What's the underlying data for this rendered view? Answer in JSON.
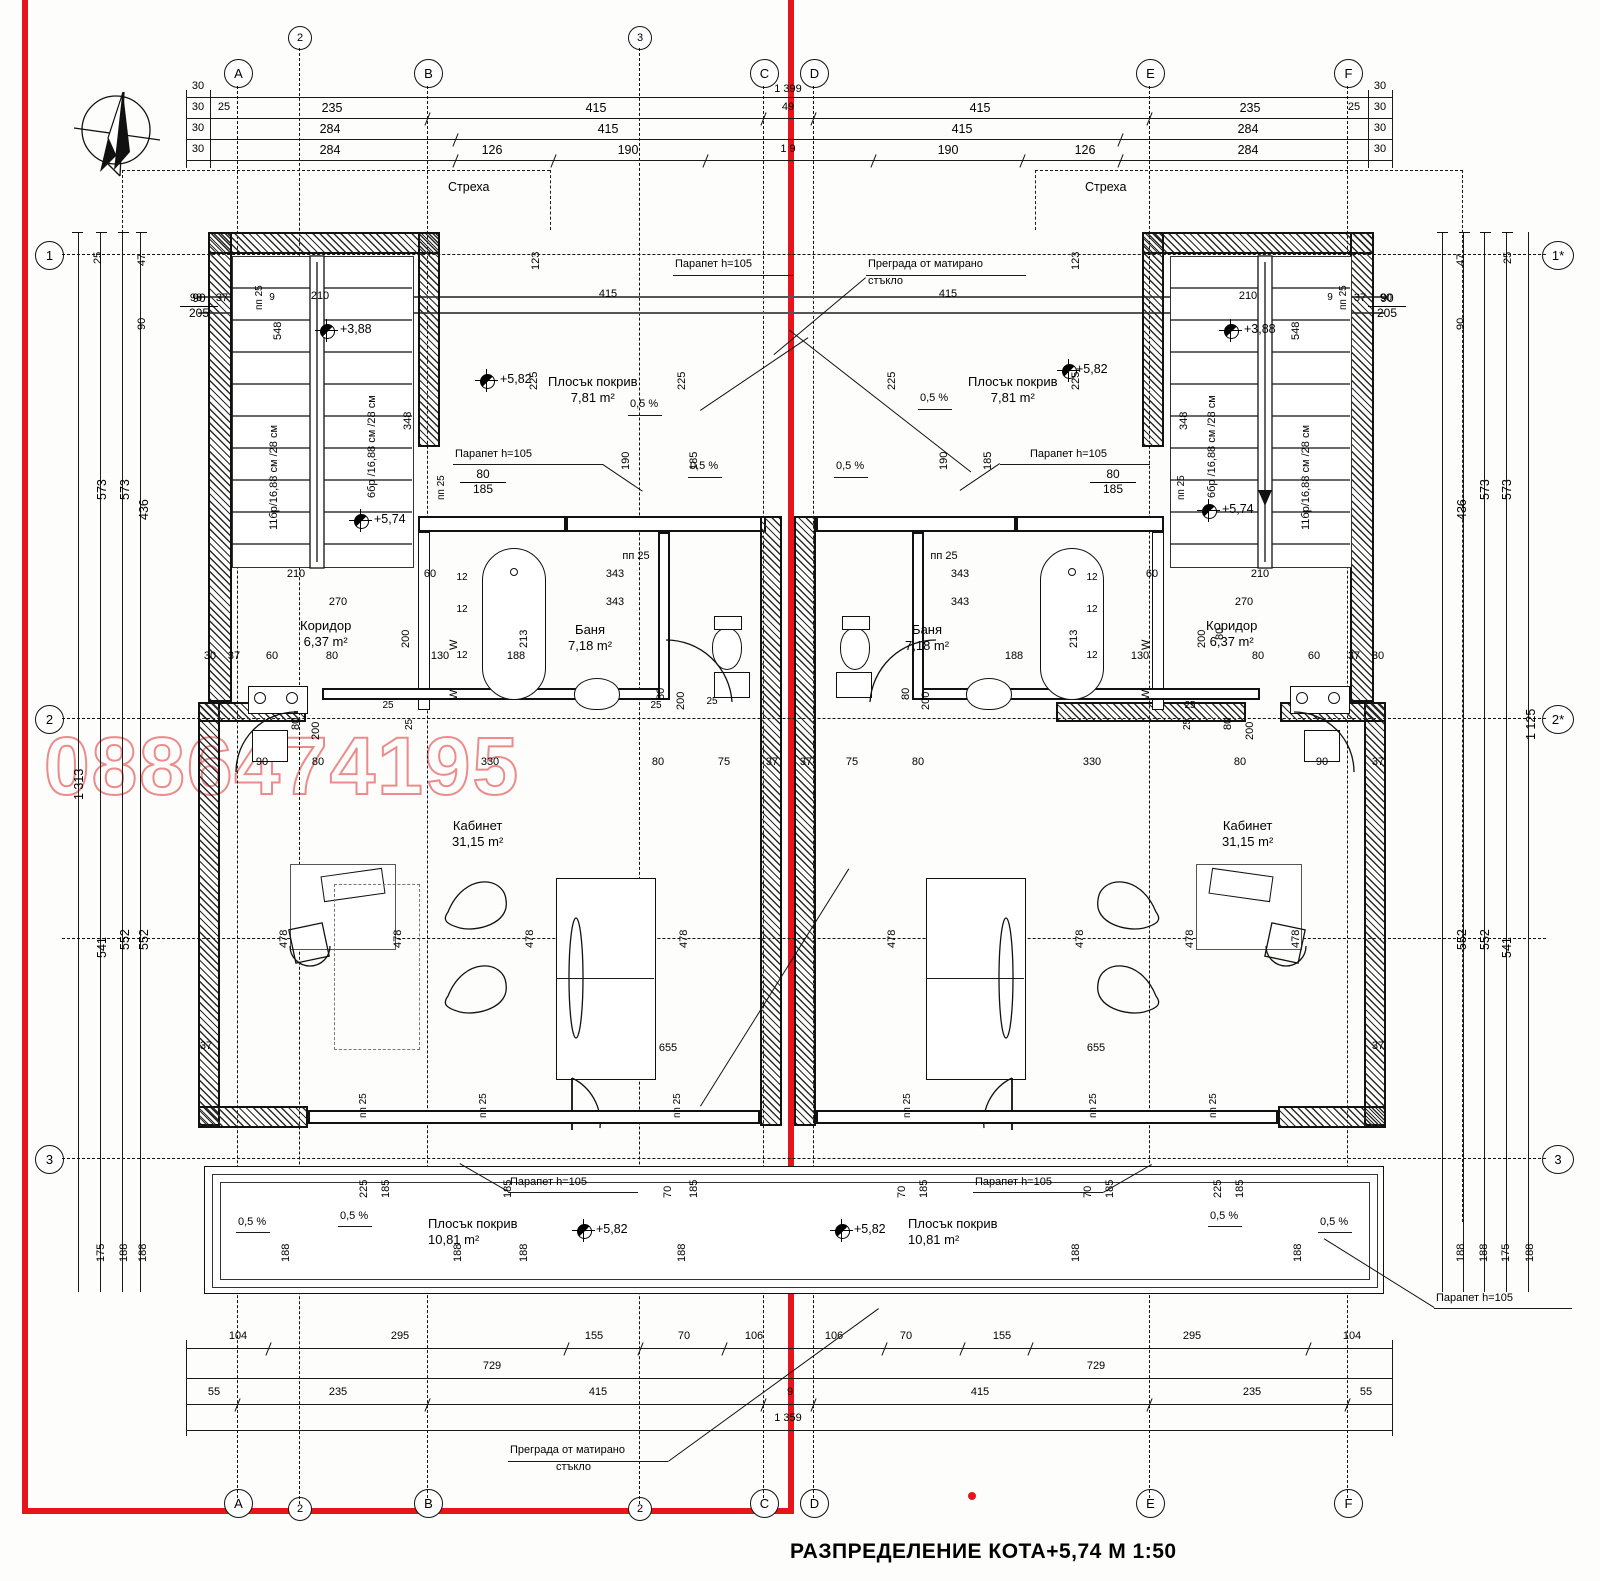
{
  "drawing": {
    "title": "РАЗПРЕДЕЛЕНИЕ КОТА+5,74   М 1:50",
    "watermark": "0886474195",
    "north_icon": "compass-rose-icon"
  },
  "grid": {
    "columns_top": [
      "A",
      "B",
      "C",
      "D",
      "E",
      "F"
    ],
    "columns_bottom": [
      "A",
      "B",
      "C",
      "D",
      "E",
      "F"
    ],
    "rows_left": [
      "1",
      "2",
      "3"
    ],
    "rows_right": [
      "1*",
      "2*",
      "3"
    ],
    "inline_top": [
      "2",
      "3"
    ],
    "inline_bottom": [
      "2",
      "2"
    ]
  },
  "dimensions": {
    "top_row1": [
      "30",
      "30",
      "1 399",
      "30",
      "30"
    ],
    "top_row2": [
      "30",
      "25",
      "235",
      "415",
      "49",
      "415",
      "235",
      "25",
      "30"
    ],
    "top_row3": [
      "30",
      "284",
      "415",
      "415",
      "284",
      "30"
    ],
    "top_row4": [
      "30",
      "284",
      "126",
      "190",
      "1 9",
      "190",
      "126",
      "284",
      "30"
    ],
    "bottom_row1": [
      "104",
      "295",
      "155",
      "70",
      "106",
      "106",
      "70",
      "155",
      "295",
      "104"
    ],
    "bottom_row2": [
      "729",
      "729"
    ],
    "bottom_row3": [
      "55",
      "235",
      "415",
      "9",
      "415",
      "235",
      "55"
    ],
    "bottom_row4": [
      "1 359"
    ],
    "left_col": [
      "25",
      "47",
      "90",
      "573",
      "573",
      "436",
      "1 313",
      "541",
      "552",
      "552",
      "175",
      "188",
      "188"
    ],
    "right_col": [
      "47",
      "25",
      "90",
      "436",
      "573",
      "573",
      "1 125",
      "552",
      "552",
      "541",
      "188",
      "188",
      "175",
      "188"
    ]
  },
  "annotations": {
    "eave_left": "Стреха",
    "eave_right": "Стреха",
    "parapet": "Парапет h=105",
    "glass_partition_line1": "Преграда от матирано",
    "glass_partition_line2": "стъкло",
    "slope": "0,5 %",
    "lintel": "пп 25",
    "wardrobe_mark": "W"
  },
  "levels": {
    "stair_top": "+3,88",
    "floor": "+5,74",
    "roof": "+5,82"
  },
  "stairs": {
    "flight_long": "11бр/16,88 см /28 см",
    "flight_short": "6бр /16,88 см /28 см"
  },
  "rooms_left": [
    {
      "name": "Коридор",
      "area": "6,37 m²"
    },
    {
      "name": "Баня",
      "area": "7,18 m²"
    },
    {
      "name": "Кабинет",
      "area": "31,15 m²"
    },
    {
      "name": "Плосък покрив",
      "area": "7,81 m²"
    },
    {
      "name": "Плосък покрив",
      "area": "10,81 m²"
    }
  ],
  "rooms_right": [
    {
      "name": "Коридор",
      "area": "6,37 m²"
    },
    {
      "name": "Баня",
      "area": "7,18 m²"
    },
    {
      "name": "Кабинет",
      "area": "31,15 m²"
    },
    {
      "name": "Плосък покрив",
      "area": "7,81 m²"
    },
    {
      "name": "Плосък покрив",
      "area": "10,81 m²"
    }
  ],
  "interior_dims": {
    "d210": "210",
    "d548": "548",
    "d348": "348",
    "d270": "270",
    "d200": "200",
    "d343": "343",
    "d213": "213",
    "d188": "188",
    "d330": "330",
    "d478": "478",
    "d655": "655",
    "d225": "225",
    "d190": "190",
    "d185": "185",
    "d80": "80",
    "d60": "60",
    "d12": "12",
    "d130": "130",
    "d37": "37",
    "d90": "90",
    "d205": "205",
    "d25": "25",
    "d123": "123",
    "d415": "415",
    "d70": "70",
    "d75": "75",
    "d126": "126",
    "d30": "30",
    "d9": "9",
    "d175": "175",
    "d1125": "1 125",
    "d552": "552",
    "d541": "541",
    "d188v": "188"
  },
  "colors": {
    "ink": "#111111",
    "redOverlay": "#e8141c",
    "watermark": "#e24646",
    "paper": "#fdfdfc"
  }
}
